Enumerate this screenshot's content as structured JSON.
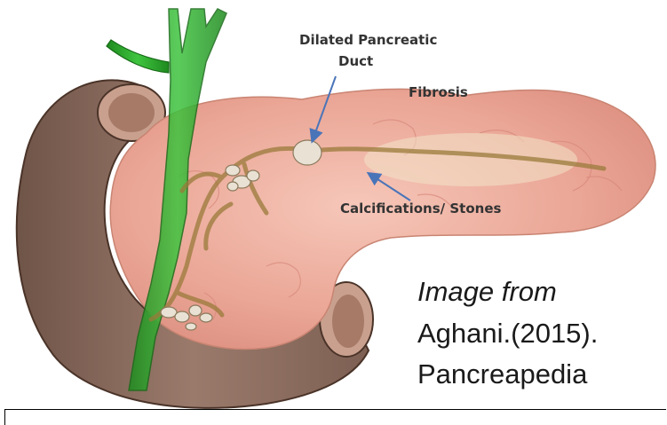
{
  "labels": {
    "duct_line1": "Dilated Pancreatic",
    "duct_line2": "Duct",
    "fibrosis": "Fibrosis",
    "calcifications": "Calcifications/ Stones"
  },
  "credit": {
    "line1": "Image from",
    "line2": "Aghani.(2015).",
    "line3": "Pancreapedia"
  },
  "colors": {
    "pancreas": "#e9a89a",
    "duodenum": "#8a6a5c",
    "bile_duct": "#2aa02a",
    "arrow": "#4a74b8",
    "stones": "#e9e1d4"
  }
}
